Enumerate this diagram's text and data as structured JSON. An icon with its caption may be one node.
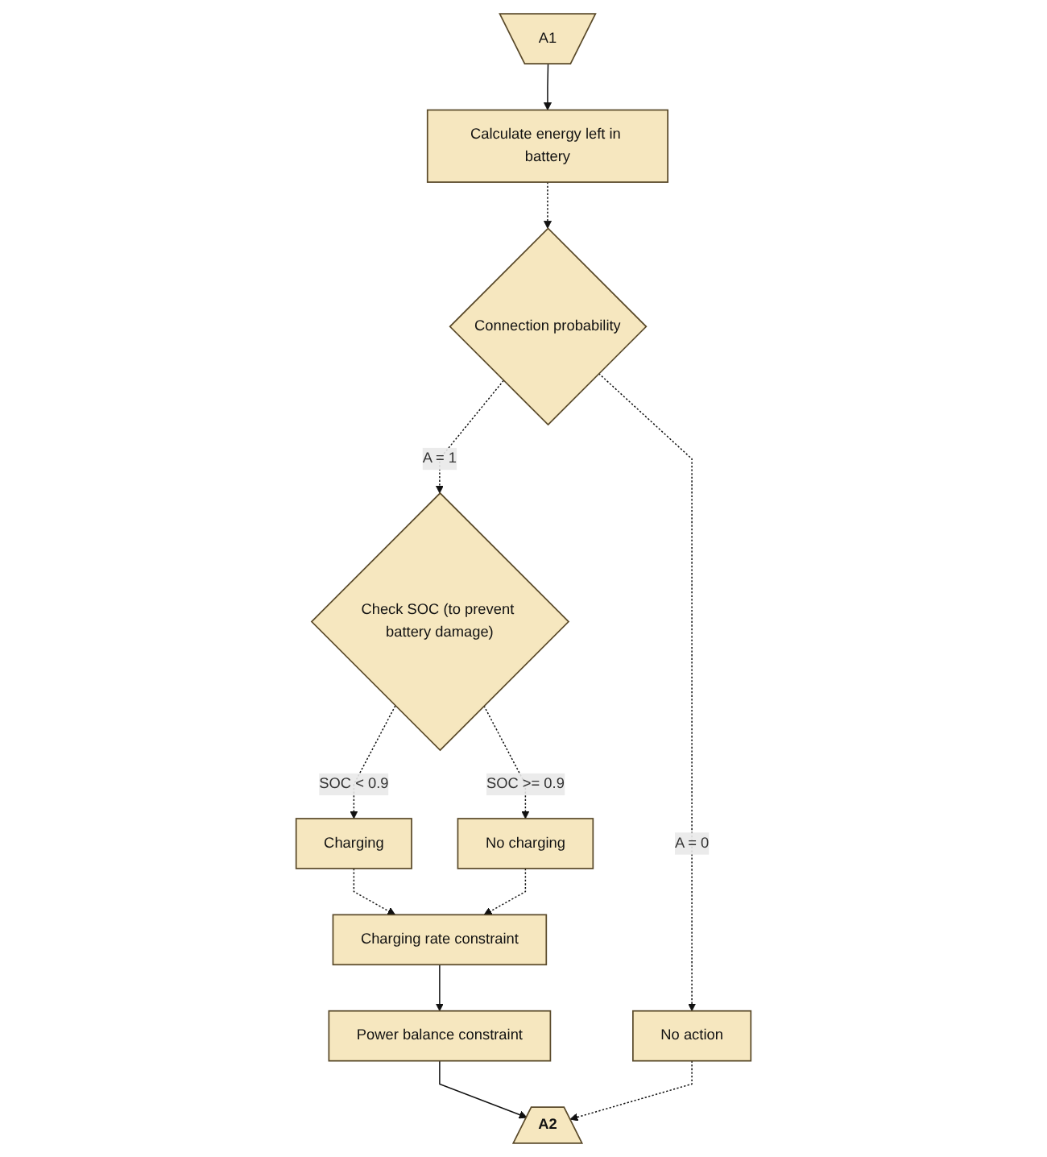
{
  "diagram": {
    "nodes": [
      {
        "text": [
          "A1"
        ]
      },
      {
        "text": [
          "Calculate energy left in battery"
        ]
      },
      {
        "text": [
          "Connection probability"
        ]
      },
      {
        "text": [
          "No action"
        ]
      },
      {
        "text": [
          "Check SOC (to prevent battery damage)"
        ]
      },
      {
        "text": [
          "Charging"
        ]
      },
      {
        "text": [
          "No charging"
        ]
      },
      {
        "text": [
          "Charging rate constraint"
        ]
      },
      {
        "text": [
          "Power balance constraint"
        ]
      },
      {
        "text": [
          "A2"
        ]
      }
    ],
    "edges": [
      {
        "from": 0,
        "to": 1,
        "arrow": "to"
      },
      {
        "from": 1,
        "to": 2,
        "arrow": "to",
        "style": "dashed"
      },
      {
        "from": 2,
        "to": 3,
        "arrow": "to",
        "label": "A = 0",
        "style": "dashed"
      },
      {
        "from": 2,
        "to": 4,
        "arrow": "to",
        "label": "A = 1",
        "style": "dashed"
      },
      {
        "from": 4,
        "to": 5,
        "arrow": "to",
        "label": "SOC < 0.9",
        "style": "dashed"
      },
      {
        "from": 4,
        "to": 6,
        "arrow": "to",
        "label": "SOC >= 0.9",
        "style": "dashed"
      },
      {
        "from": 5,
        "to": 7,
        "arrow": "to",
        "style": "dashed"
      },
      {
        "from": 6,
        "to": 7,
        "arrow": "to",
        "style": "dashed"
      },
      {
        "from": 7,
        "to": 8,
        "arrow": "to"
      },
      {
        "from": 8,
        "to": 9,
        "arrow": "to"
      },
      {
        "from": 3,
        "to": 9,
        "arrow": "to",
        "style": "dashed"
      }
    ]
  }
}
